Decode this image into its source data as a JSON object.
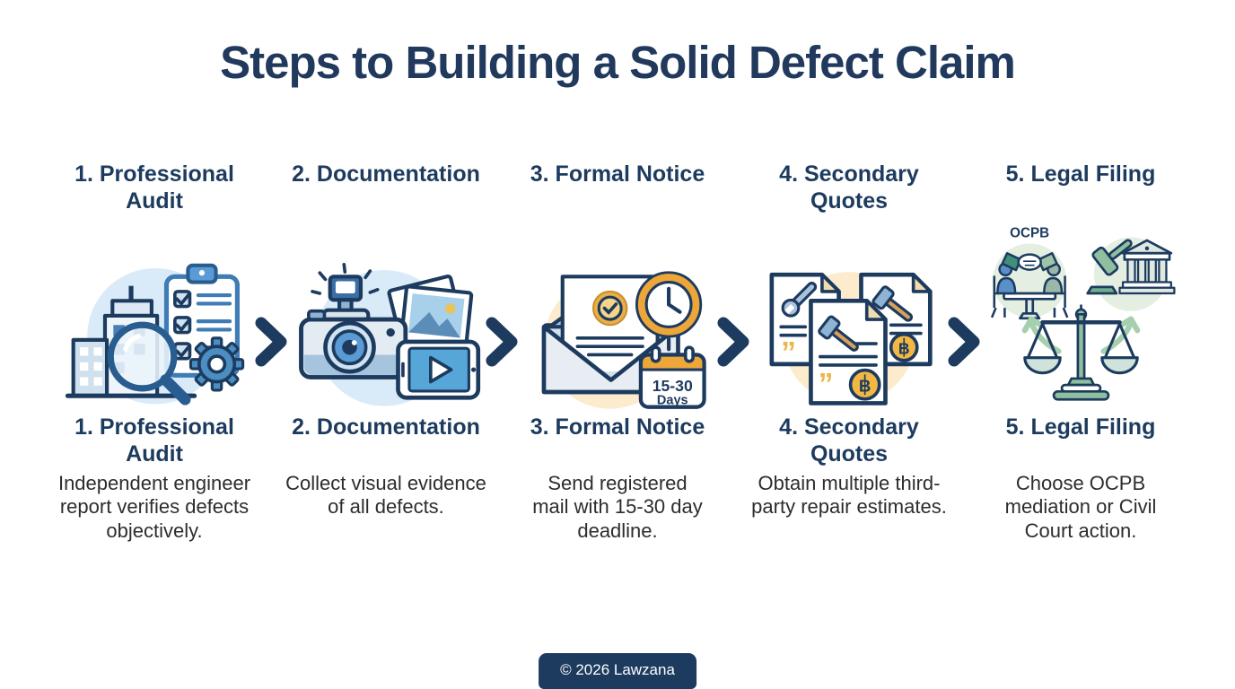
{
  "title": "Steps to Building a Solid Defect Claim",
  "steps": [
    {
      "title": "1. Professional Audit",
      "description": "Independent engineer report verifies defects objectively.",
      "icon": "building-magnifier-checklist-icon",
      "accent": "#d9eaf8"
    },
    {
      "title": "2. Documentation",
      "description": "Collect visual evidence of all defects.",
      "icon": "camera-photos-video-icon",
      "accent": "#d9eaf8"
    },
    {
      "title": "3. Formal Notice",
      "description": "Send registered mail with 15-30 day deadline.",
      "icon": "registered-mail-deadline-icon",
      "accent": "#fcebcd",
      "calendar": {
        "line1": "15-30",
        "line2": "Days"
      }
    },
    {
      "title": "4. Secondary Quotes",
      "description": "Obtain multiple third-party repair estimates.",
      "icon": "repair-estimate-documents-icon",
      "accent": "#fcebcd"
    },
    {
      "title": "5. Legal Filing",
      "description": "Choose OCPB mediation or Civil Court action.",
      "icon": "mediation-or-court-scales-icon",
      "accent": "#e4efe2",
      "label": "OCPB"
    }
  ],
  "footer": {
    "text": "© 2026 Lawzana"
  },
  "colors": {
    "navy": "#1d3b5e",
    "body_text": "#2d2d2d",
    "blue": "#5b9bd5",
    "gold": "#eda63a",
    "green": "#8fbf9f"
  }
}
